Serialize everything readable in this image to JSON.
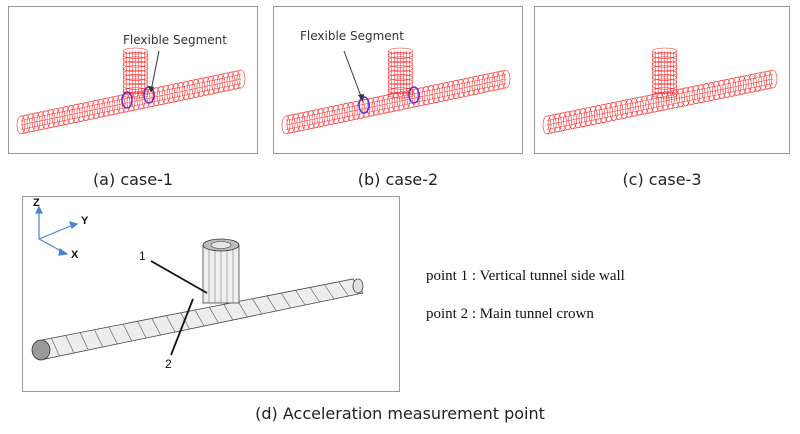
{
  "panels": {
    "a": {
      "caption": "(a) case-1",
      "annotation": "Flexible Segment"
    },
    "b": {
      "caption": "(b) case-2",
      "annotation": "Flexible Segment"
    },
    "c": {
      "caption": "(c) case-3"
    },
    "d": {
      "caption": "(d) Acceleration measurement point",
      "axes": {
        "z": "Z",
        "y": "Y",
        "x": "X"
      },
      "point_labels": {
        "p1": "1",
        "p2": "2"
      }
    }
  },
  "legend": {
    "point1": "point 1 : Vertical tunnel side wall",
    "point2": "point 2 : Main tunnel crown"
  },
  "colors": {
    "mesh": "#ff2a2a",
    "flex_ring": "#5b2bd6",
    "axis_arrow": "#4a86d0",
    "grey_mesh": "#555555"
  }
}
